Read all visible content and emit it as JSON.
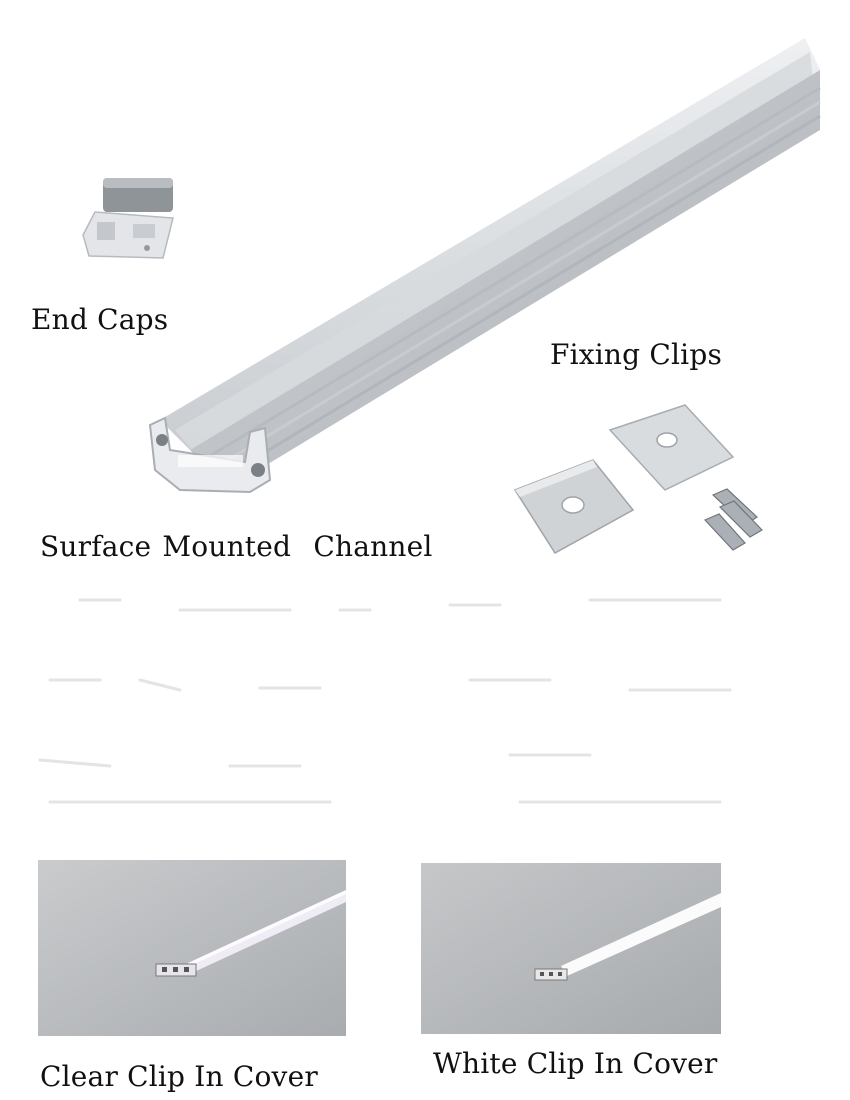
{
  "labels": {
    "end_caps": "End Caps",
    "fixing_clips": "Fixing Clips",
    "channel": "Surface Mounted  Channel",
    "clear_cover": "Clear Clip In Cover",
    "white_cover": "White Clip In Cover"
  },
  "colors": {
    "aluminium_light": "#e2e5e8",
    "aluminium_mid": "#c3c8cd",
    "aluminium_dark": "#9aa0a6",
    "photo_background": "#bfc2c4",
    "text": "#111111"
  }
}
